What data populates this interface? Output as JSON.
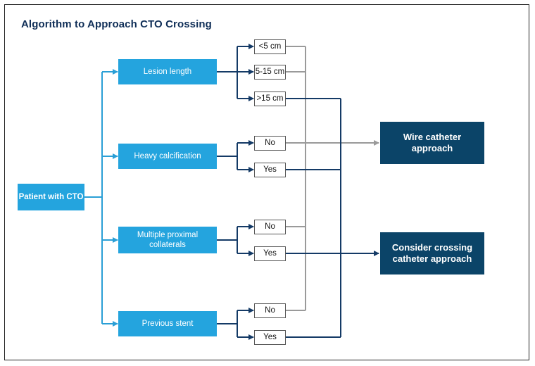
{
  "title": "Algorithm to Approach CTO Crossing",
  "start": "Patient with CTO",
  "criteria": {
    "lesion_length": "Lesion length",
    "heavy_calcification": "Heavy calcification",
    "collaterals": "Multiple proximal collaterals",
    "previous_stent": "Previous stent"
  },
  "options": {
    "lt5": "<5 cm",
    "5to15": "5-15 cm",
    "gt15": ">15 cm",
    "calc_no": "No",
    "calc_yes": "Yes",
    "coll_no": "No",
    "coll_yes": "Yes",
    "stent_no": "No",
    "stent_yes": "Yes"
  },
  "outcomes": {
    "wire": "Wire catheter approach",
    "crossing": "Consider crossing catheter approach"
  },
  "colors": {
    "start_blue": "#24a4de",
    "navy": "#0b4468",
    "connector_blue": "#2a9fd6",
    "connector_navy": "#143a66",
    "connector_gray": "#9a9a9a"
  }
}
